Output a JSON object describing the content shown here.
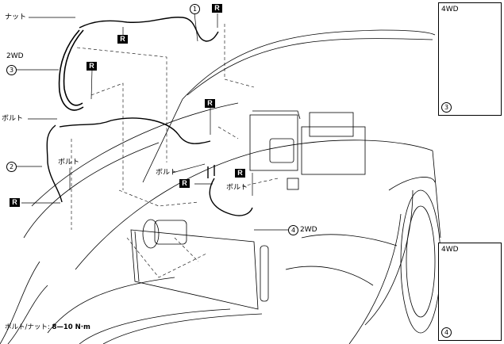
{
  "diagram": {
    "title": "Air conditioner hose routing",
    "labels": {
      "nut": "ナット",
      "bolt": "ボルト",
      "variant_2wd": "2WD",
      "variant_4wd": "4WD",
      "replace_marker": "R"
    },
    "callouts": [
      {
        "id": "1",
        "text": "1"
      },
      {
        "id": "2",
        "text": "2"
      },
      {
        "id": "3",
        "text": "3"
      },
      {
        "id": "4",
        "text": "4"
      }
    ],
    "insets": [
      {
        "variant": "4WD",
        "part": "3"
      },
      {
        "variant": "4WD",
        "part": "4"
      }
    ],
    "torque_note": {
      "label": "ボルト/ナット:",
      "value": "8—10 N·m"
    },
    "colors": {
      "line": "#000000",
      "background": "#ffffff",
      "marker_bg": "#000000",
      "marker_text": "#ffffff"
    }
  }
}
